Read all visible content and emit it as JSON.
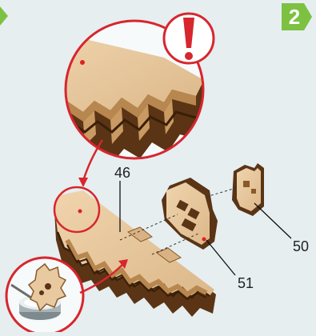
{
  "step": {
    "number": "2",
    "badge_color": "#7cc142"
  },
  "parts": [
    {
      "id": "part-46",
      "label": "46"
    },
    {
      "id": "part-50",
      "label": "50"
    },
    {
      "id": "part-51",
      "label": "51"
    }
  ],
  "colors": {
    "background": "#e6eef0",
    "wood_face": "#e8c9a0",
    "wood_edge": "#8a5a2b",
    "wood_dark": "#5a3415",
    "callout_red": "#d7262e"
  },
  "icons": [
    "exclamation-icon",
    "glue-pot-icon"
  ]
}
